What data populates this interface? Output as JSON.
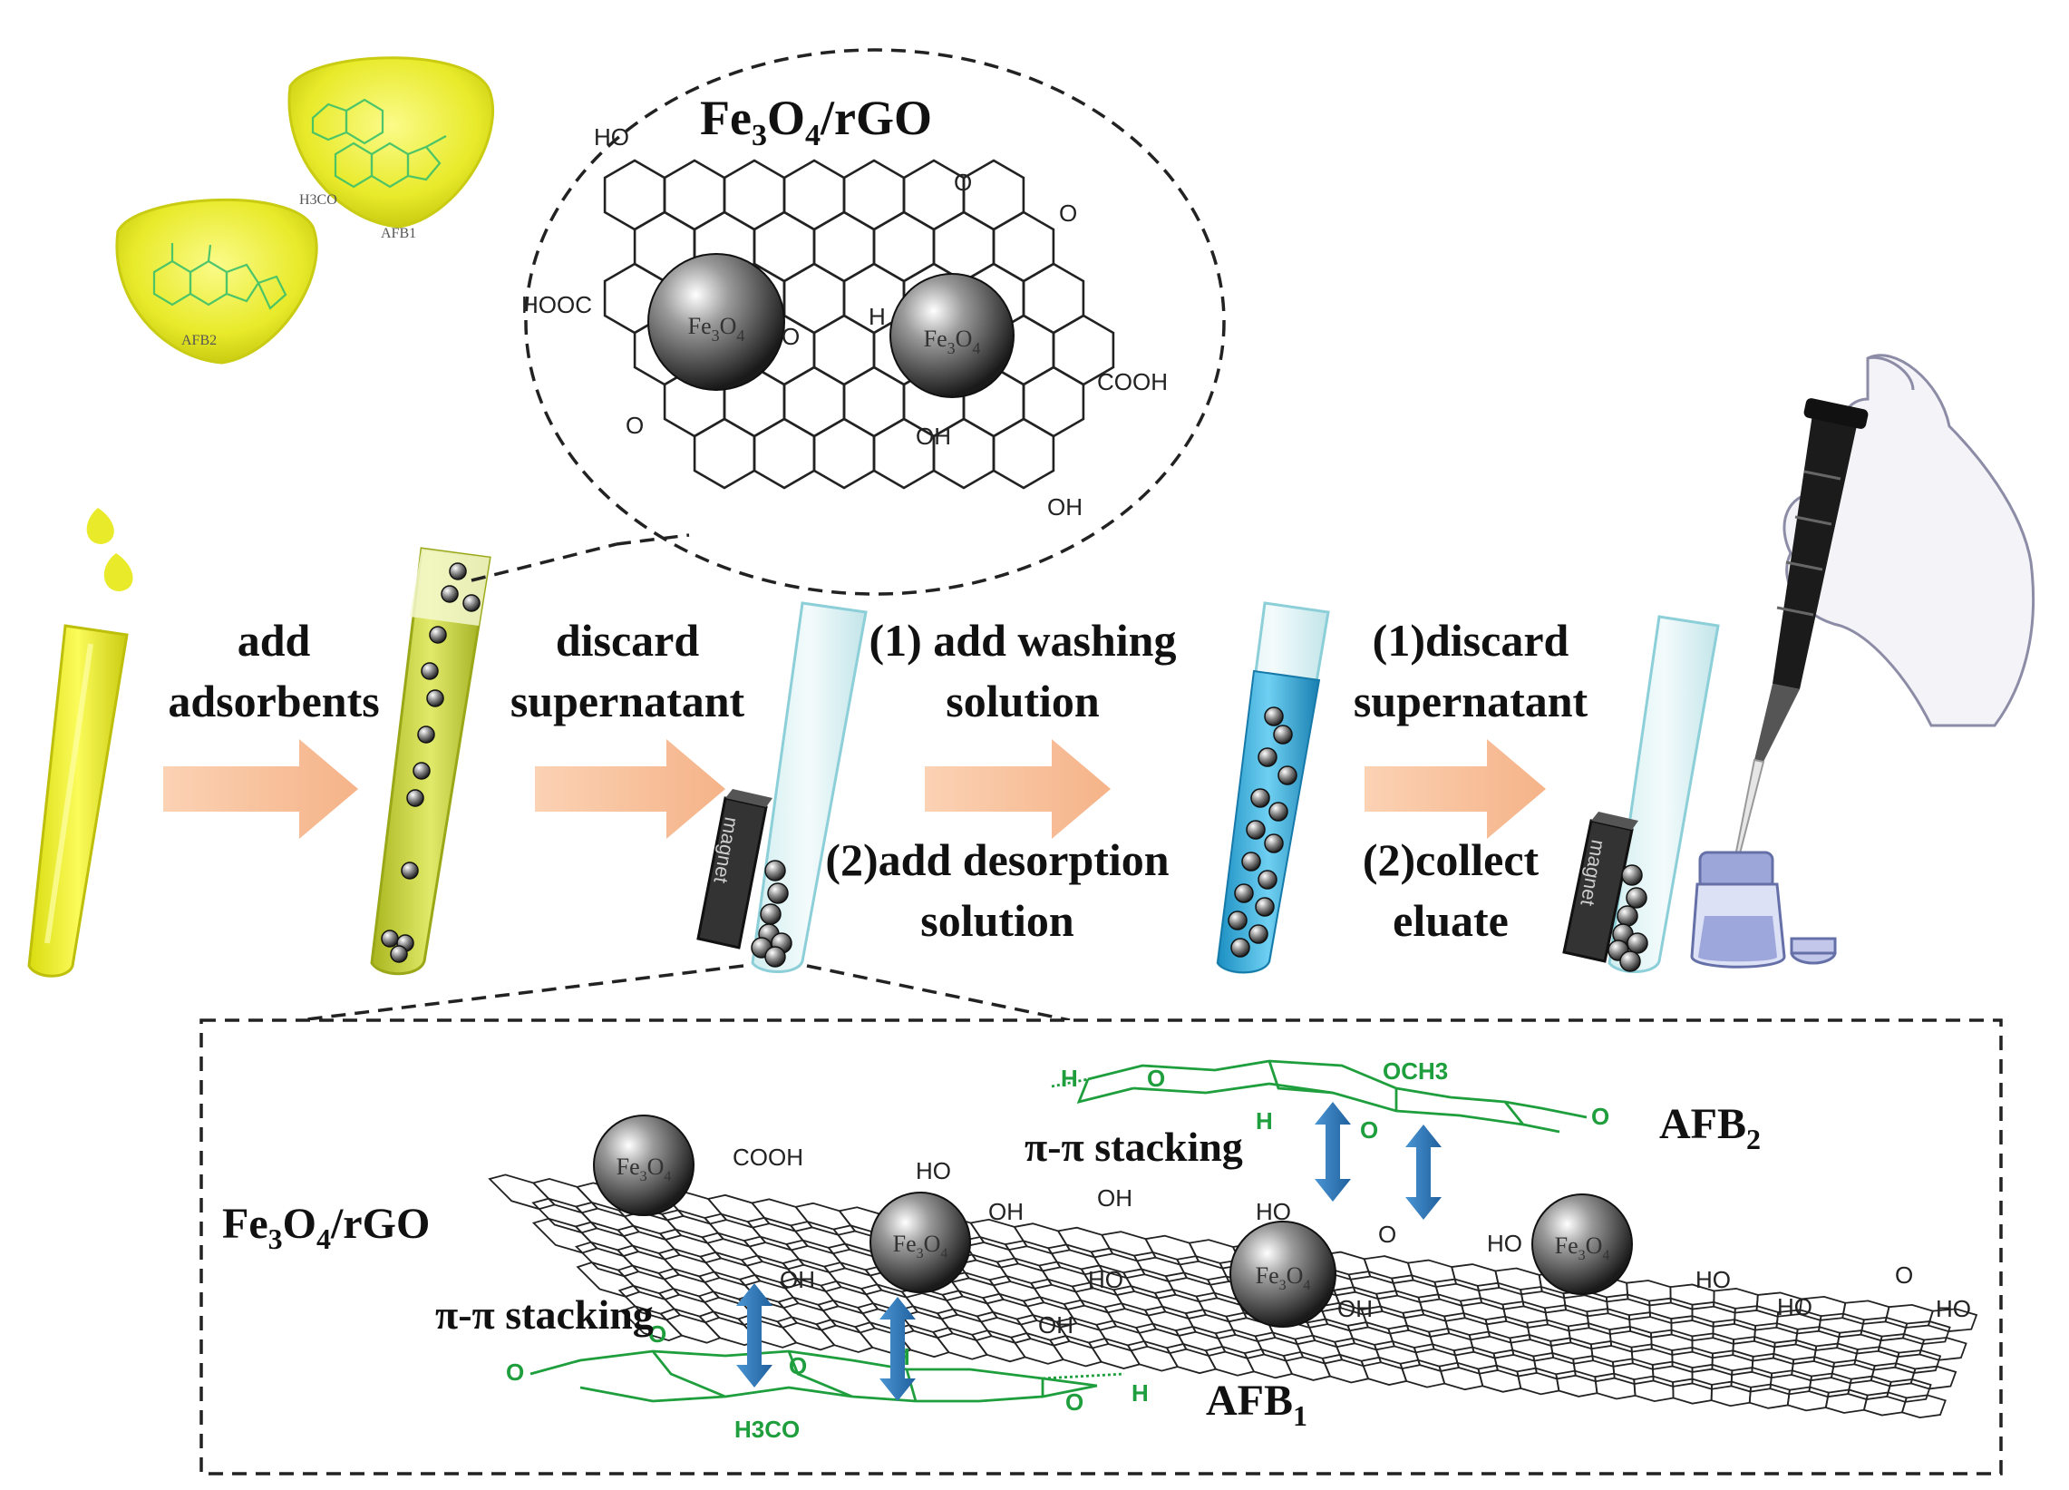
{
  "figure": {
    "top_title": {
      "main": "Fe",
      "sub1": "3",
      "mid": "O",
      "sub2": "4",
      "tail": "/rGO"
    },
    "steps": [
      {
        "line1": "add",
        "line2": "adsorbents"
      },
      {
        "line1": "discard",
        "line2": "supernatant"
      },
      {
        "line1": "(1) add washing",
        "line2": "solution",
        "line3": "(2)add desorption",
        "line4": "solution"
      },
      {
        "line1": "(1)discard",
        "line2": "supernatant",
        "line3": "(2)collect",
        "line4": "eluate"
      }
    ],
    "molecule_labels": {
      "ho_top": "HO",
      "hooc": "HOOC",
      "cooh": "COOH",
      "oh_bottom": "OH",
      "oh_lower": "OH",
      "o_ketone_right": "O",
      "o_ketone_left": "O",
      "o_ring": "O",
      "o_ring2": "O",
      "h_atom": "H",
      "np": "Fe",
      "np_sub1": "3",
      "np_o": "O",
      "np_sub2": "4"
    },
    "drop_labels": {
      "afb1": "AFB",
      "afb1_sub": "1",
      "afb2": "AFB",
      "afb2_sub": "2",
      "h3co": "H3CO"
    },
    "magnet_text": "magnet",
    "bottom_panel": {
      "composite": "Fe",
      "composite_sub1": "3",
      "composite_o": "O",
      "composite_sub2": "4",
      "composite_tail": "/rGO",
      "stacking_top": "π-π stacking",
      "stacking_bottom": "π-π stacking",
      "afb2": "AFB",
      "afb2_sub": "2",
      "afb1": "AFB",
      "afb1_sub": "1",
      "och3": "OCH3",
      "h3co": "H3CO",
      "sheet_cooh": "COOH",
      "sheet_ho": "HO",
      "sheet_oh": "OH",
      "sheet_o": "O",
      "h_atom": "H",
      "o_atom": "O"
    },
    "colors": {
      "yellow": "#e8ea2a",
      "green": "#1e9e3c",
      "arrow": "#f9c29a",
      "tube_blue": "#29a9d9",
      "stack_arrow": "#2f78b9"
    }
  }
}
